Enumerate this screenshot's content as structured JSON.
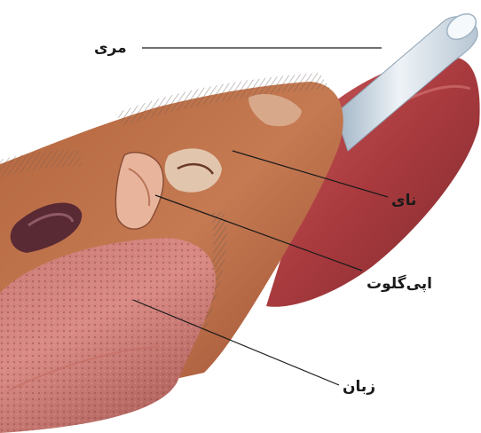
{
  "labels": {
    "esophagus": "مری",
    "trachea": "نای",
    "epiglottis": "اپی‌گلوت",
    "tongue": "زبان"
  }
}
